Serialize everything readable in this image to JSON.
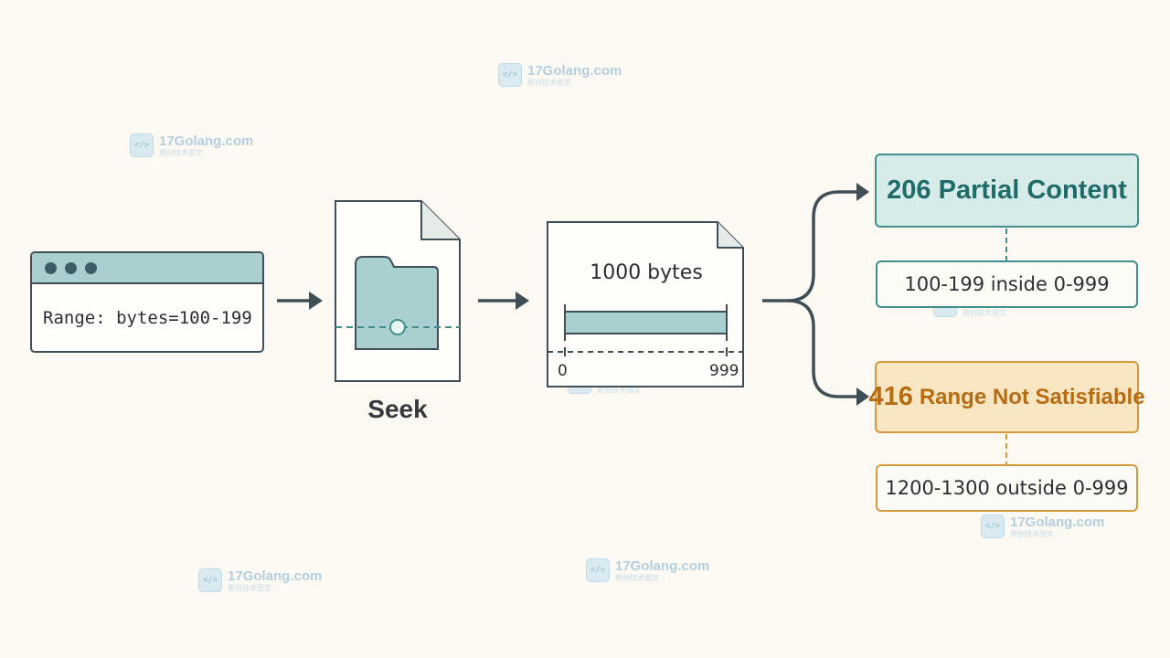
{
  "watermark": {
    "text": "17Golang.com",
    "subtext": "原创技术图文"
  },
  "request": {
    "range_header": "Range: bytes=100-199"
  },
  "seek": {
    "label": "Seek"
  },
  "file": {
    "size_label": "1000 bytes",
    "start_tick": "0",
    "end_tick": "999"
  },
  "outcomes": {
    "success": {
      "status": "206 Partial Content",
      "detail": "100-199 inside 0-999"
    },
    "failure": {
      "code": "416",
      "reason": "Range Not Satisfiable",
      "detail": "1200-1300 outside 0-999"
    }
  },
  "colors": {
    "teal": "#3e8f8d",
    "teal_fill": "#a9cfd1",
    "orange": "#d49a3b",
    "orange_fill": "#f8e6c3",
    "stroke": "#3f4f57",
    "background": "#fbf9f2"
  }
}
